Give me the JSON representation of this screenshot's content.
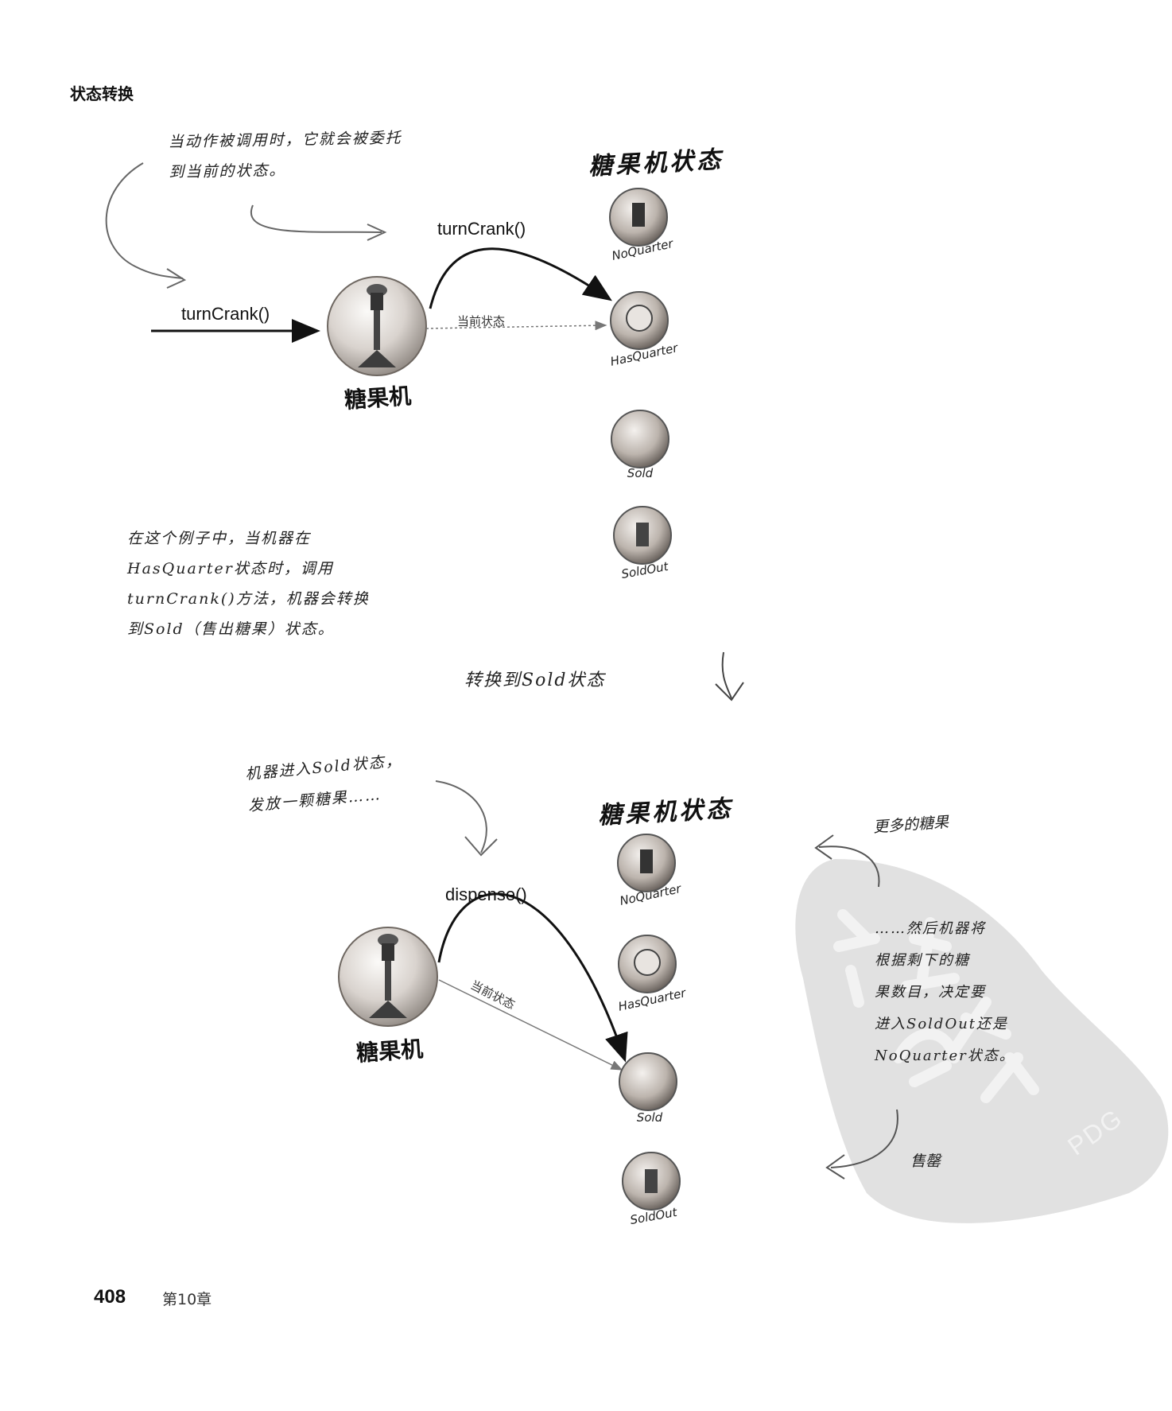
{
  "section_title": "状态转换",
  "top": {
    "note_delegate": [
      "当动作被调用时，它就会被委托",
      "到当前的状态。"
    ],
    "method_outer": "turnCrank()",
    "method_inner": "turnCrank()",
    "current_state_label": "当前状态",
    "machine_label": "糖果机",
    "states_title": "糖果机状态",
    "states": [
      "NoQuarter",
      "HasQuarter",
      "Sold",
      "SoldOut"
    ],
    "note_example": [
      "在这个例子中，当机器在",
      "HasQuarter状态时，调用",
      "turnCrank()方法，机器会转换",
      "到Sold（售出糖果）状态。"
    ]
  },
  "transition_label": "转换到Sold状态",
  "bottom": {
    "note_enter": [
      "机器进入Sold状态，",
      "发放一颗糖果……"
    ],
    "method": "dispense()",
    "current_state_label": "当前状态",
    "machine_label": "糖果机",
    "states_title": "糖果机状态",
    "states": [
      "NoQuarter",
      "HasQuarter",
      "Sold",
      "SoldOut"
    ],
    "note_more": "更多的糖果",
    "note_decide": [
      "……然后机器将",
      "根据剩下的糖",
      "果数目，决定要",
      "进入SoldOut还是",
      "NoQuarter状态。"
    ],
    "note_soldout": "售罄",
    "watermark": "PDG"
  },
  "footer": {
    "page_number": "408",
    "chapter": "第10章"
  },
  "colors": {
    "gumball_glass": "#d8d2cc",
    "arrow": "#111111",
    "thin_arrow": "#777777",
    "watermark": "#d6d6d6"
  }
}
